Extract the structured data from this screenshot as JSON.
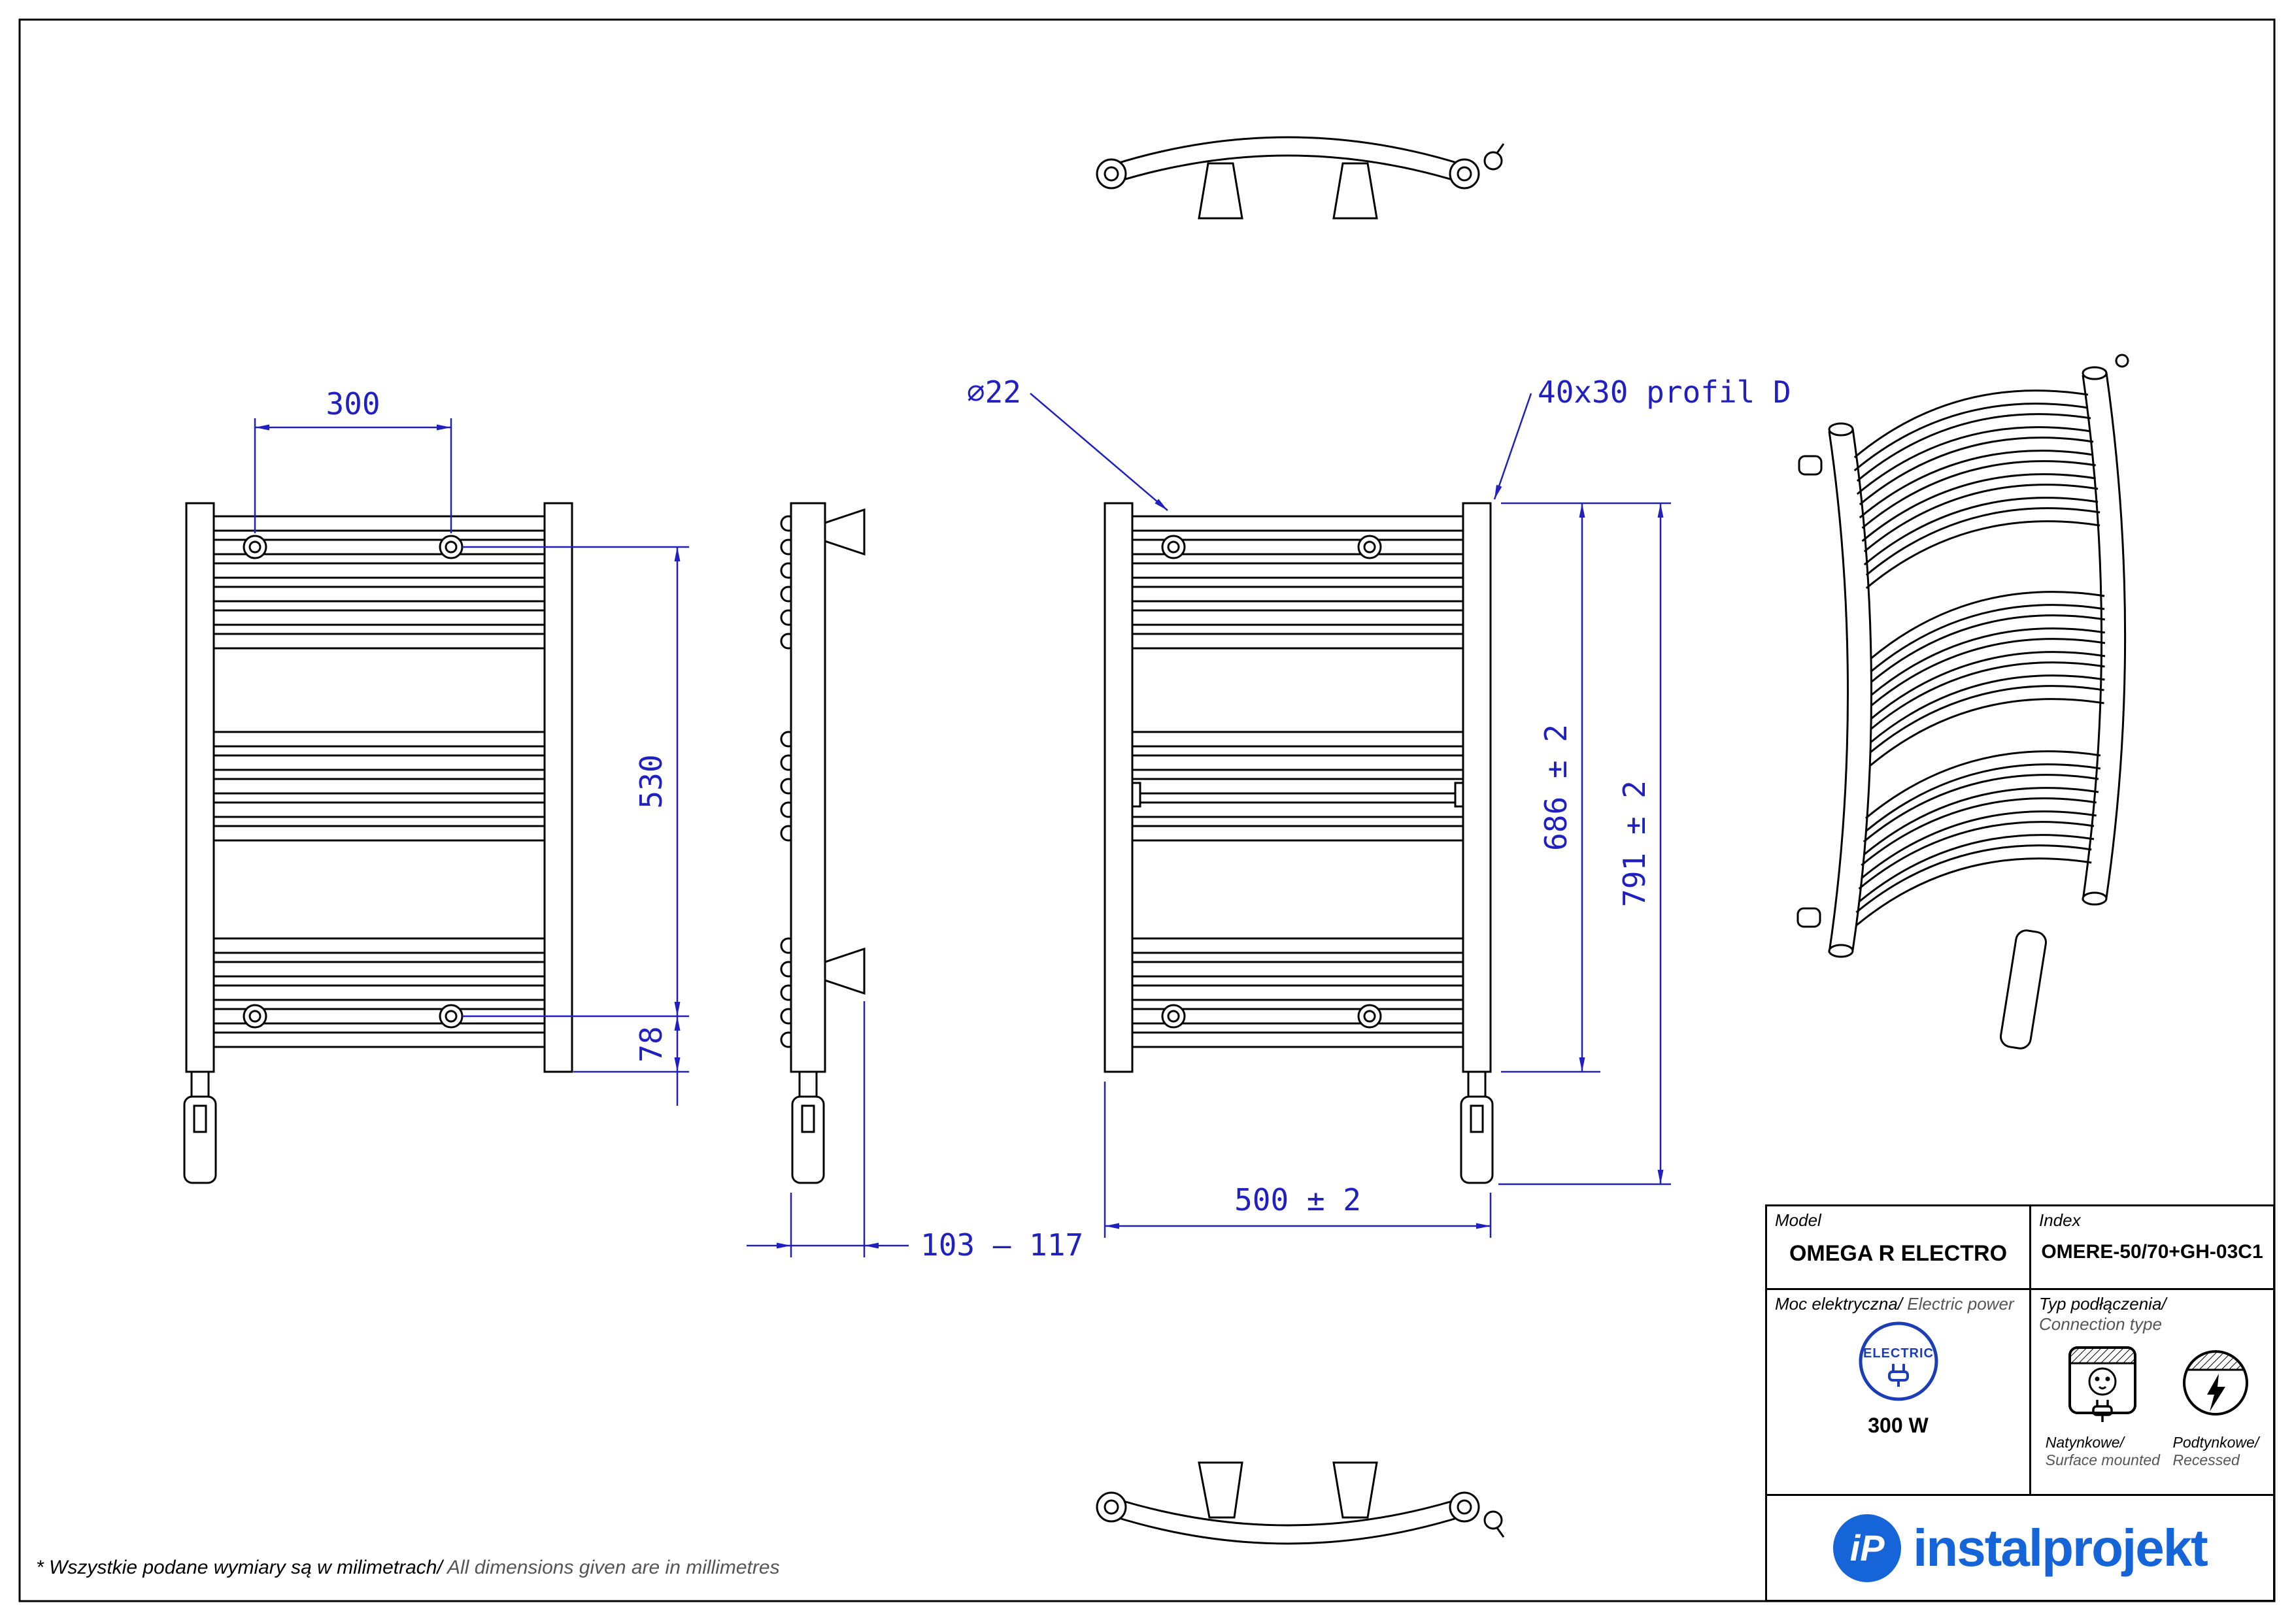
{
  "page": {
    "footnote_pl": "* Wszystkie podane wymiary są w milimetrach/",
    "footnote_en": " All dimensions given are in millimetres"
  },
  "dimensions": {
    "spacing_300": "300",
    "height_530": "530",
    "offset_78": "78",
    "depth_range": "103 – 117",
    "width_500": "500 ± 2",
    "height_686": "686 ± 2",
    "height_791": "791 ± 2",
    "tube_dia": "⌀22",
    "profile": "40x30 profil D"
  },
  "title_block": {
    "model_label": "Model",
    "model_value": "OMEGA R ELECTRO",
    "index_label": "Index",
    "index_value": "OMERE-50/70+GH-03C1",
    "power_label_pl": "Moc elektryczna/",
    "power_label_en": " Electric power",
    "power_badge": "ELECTRIC",
    "power_value": "300 W",
    "connection_label_pl": "Typ podłączenia/",
    "connection_label_en": "Connection type",
    "connection_surface_pl": "Natynkowe/",
    "connection_surface_en": "Surface mounted",
    "connection_recessed_pl": "Podtynkowe/",
    "connection_recessed_en": "Recessed"
  },
  "logo": {
    "monogram": "iP",
    "name": "instalprojekt"
  },
  "colors": {
    "dimension_blue": "#2020c0",
    "line_black": "#000000",
    "logo_blue": "#1565d8"
  }
}
